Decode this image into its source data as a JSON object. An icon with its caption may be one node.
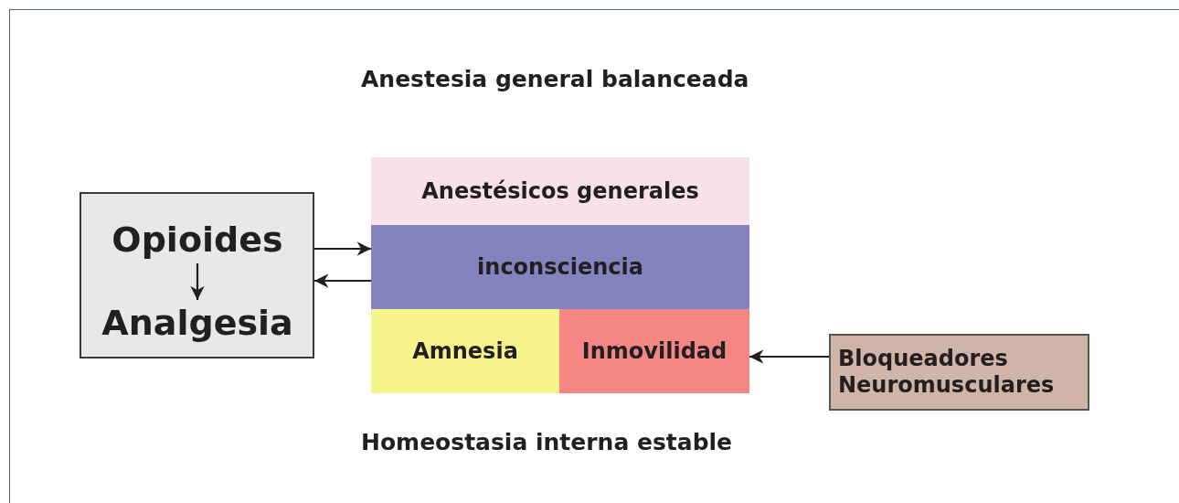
{
  "diagram": {
    "title": "Anestesia general balanceada",
    "nodes": [
      {
        "text": [],
        "shape": "box"
      },
      {
        "text": [
          "Opioides"
        ],
        "in": 0
      },
      {
        "text": [
          "Analgesia"
        ],
        "in": 0
      },
      {
        "text": [
          "Anestésicos generales"
        ]
      },
      {
        "text": [
          "inconsciencia"
        ]
      },
      {
        "text": [
          "Amnesia"
        ]
      },
      {
        "text": [
          "Inmovilidad"
        ]
      },
      {
        "text": [
          "Bloqueadores Neuromusculares"
        ]
      }
    ],
    "edges": [
      {
        "from": 1,
        "to": 2,
        "arrow": "to"
      },
      {
        "from": 0,
        "to": 4,
        "arrow": "to"
      },
      {
        "from": 4,
        "to": 0,
        "arrow": "to"
      },
      {
        "from": 7,
        "to": 6,
        "arrow": "to"
      }
    ],
    "labels": [
      "Homeostasia interna estable"
    ]
  }
}
